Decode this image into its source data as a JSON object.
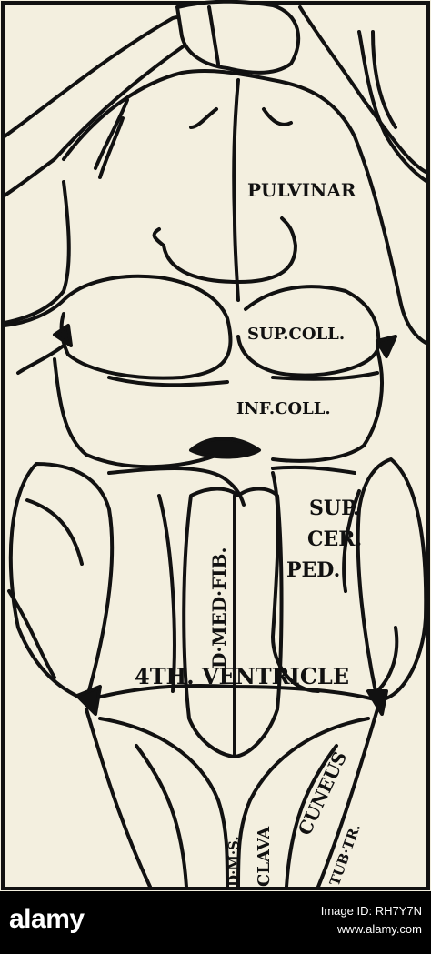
{
  "labels": {
    "pulvinar": "PULVINAR",
    "sup_coll": "SUP.COLL.",
    "inf_coll": "INF.COLL.",
    "sup": "SUP.",
    "cer": "CER.",
    "ped": "PED.",
    "d_med_fib": "D·MED·FIB.",
    "fourth_ventricle": "4TH. VENTRICLE",
    "d_m_s": "D·M·S.",
    "clava": "CLAVA",
    "cuneus": "CUNEUS",
    "tub_tr": "TUB·TR."
  },
  "watermark": {
    "logo": "alamy",
    "image_id_line": "Image ID: RH7Y7N",
    "site": "www.alamy.com"
  }
}
